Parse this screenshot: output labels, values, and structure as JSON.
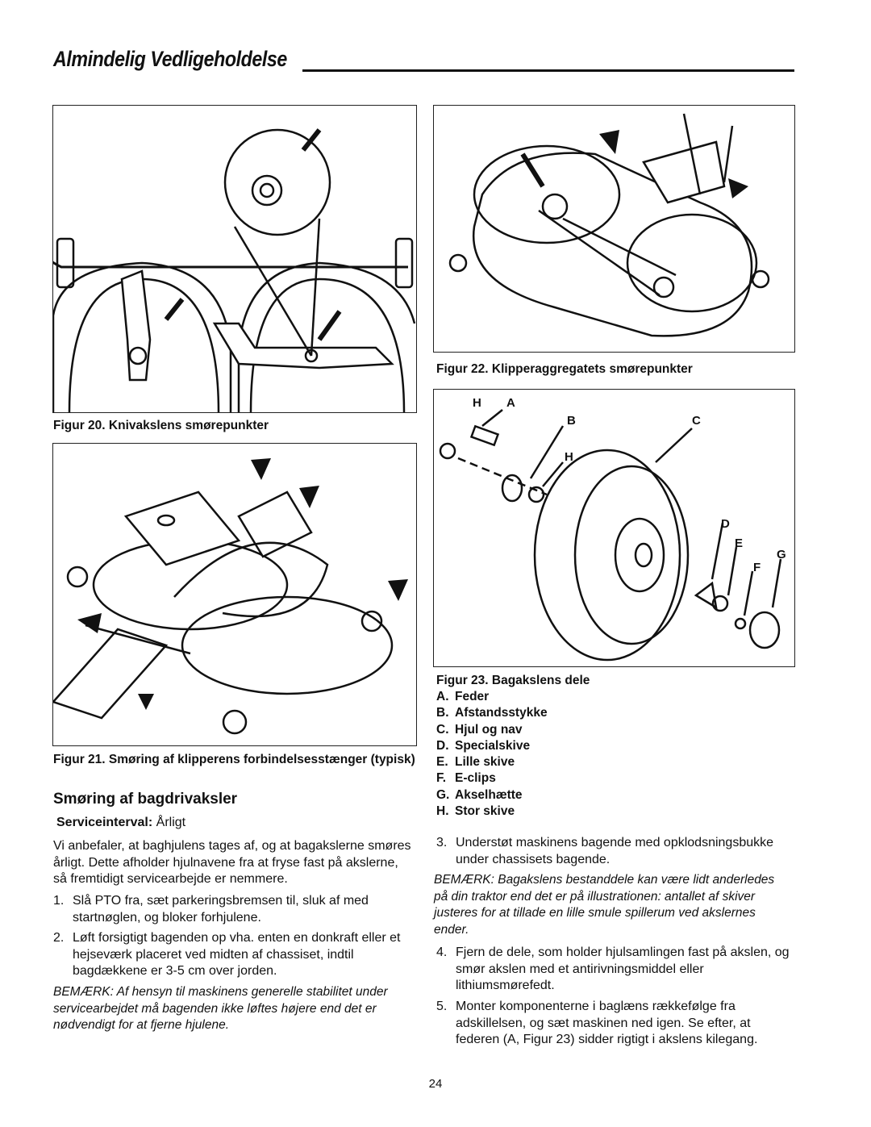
{
  "header": {
    "title": "Almindelig Vedligeholdelse"
  },
  "figures": {
    "fig20_caption": "Figur 20. Knivakslens smørepunkter",
    "fig21_caption": "Figur 21. Smøring af klipperens forbindelsesstænger (typisk)",
    "fig22_caption": "Figur 22. Klipperaggregatets smørepunkter",
    "fig23": {
      "caption": "Figur 23. Bagakslens dele",
      "callouts": [
        "H",
        "A",
        "B",
        "C",
        "H",
        "D",
        "E",
        "G",
        "F"
      ],
      "parts": [
        {
          "letter": "A.",
          "name": "Feder"
        },
        {
          "letter": "B.",
          "name": "Afstandsstykke"
        },
        {
          "letter": "C.",
          "name": "Hjul og nav"
        },
        {
          "letter": "D.",
          "name": "Specialskive"
        },
        {
          "letter": "E.",
          "name": "Lille skive"
        },
        {
          "letter": "F.",
          "name": "E-clips"
        },
        {
          "letter": "G.",
          "name": "Akselhætte"
        },
        {
          "letter": "H.",
          "name": "Stor skive"
        }
      ]
    }
  },
  "section": {
    "heading": "Smøring af bagdrivaksler",
    "interval_label": "Serviceinterval:",
    "interval_value": "Årligt",
    "intro": "Vi anbefaler, at baghjulens tages af, og at bagakslerne smøres årligt.  Dette afholder hjulnavene fra at fryse fast på akslerne, så fremtidigt servicearbejde er nemmere.",
    "steps": [
      {
        "num": "1.",
        "text": "Slå PTO fra, sæt parkeringsbremsen til, sluk af med startnøglen, og bloker forhjulene."
      },
      {
        "num": "2.",
        "text": "Løft forsigtigt bagenden op vha. enten en donkraft eller et hejseværk placeret ved midten af chassiset, indtil bagdækkene er 3-5 cm over jorden."
      },
      {
        "num": "3.",
        "text": "Understøt maskinens bagende med opklodsningsbukke under chassisets bagende."
      },
      {
        "num": "4.",
        "text": "Fjern de dele, som holder hjulsamlingen fast på akslen, og smør akslen med et antirivningsmiddel eller lithiumsmørefedt."
      },
      {
        "num": "5.",
        "text": "Monter komponenterne i baglæns rækkefølge fra adskillelsen, og sæt maskinen ned igen.  Se efter, at federen (A, Figur 23) sidder rigtigt i akslens kilegang."
      }
    ],
    "note1": "BEMÆRK:  Af hensyn til maskinens generelle stabilitet under servicearbejdet må bagenden ikke løftes højere end det er nødvendigt for at fjerne hjulene.",
    "note2": "BEMÆRK: Bagakslens bestanddele kan være lidt anderledes på din traktor end det er på illustrationen: antallet af skiver justeres for at tillade en lille smule spillerum ved akslernes ender."
  },
  "page_number": "24"
}
